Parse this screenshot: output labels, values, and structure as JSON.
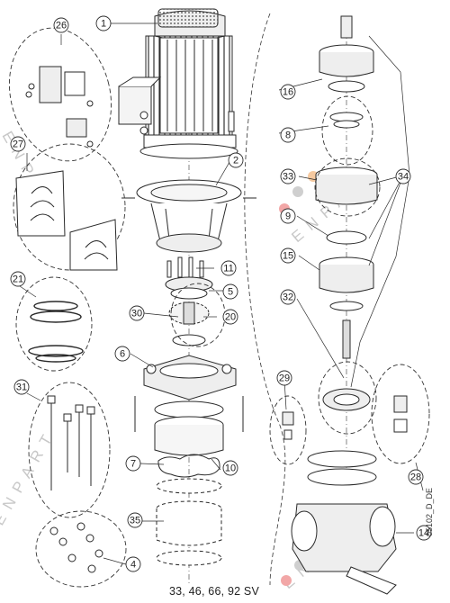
{
  "callouts": [
    "1",
    "2",
    "4",
    "5",
    "6",
    "7",
    "8",
    "9",
    "10",
    "11",
    "14",
    "15",
    "16",
    "20",
    "21",
    "26",
    "27",
    "28",
    "29",
    "30",
    "31",
    "32",
    "33",
    "34",
    "35"
  ],
  "caption": "33, 46, 66, 92 SV",
  "doc_id": "05102_D_DE",
  "watermark": "ENPART",
  "colors": {
    "line": "#2a2a2a",
    "hatch": "#555555",
    "watermark": "#c8c8c8",
    "dot_orange": "#f5c9a0",
    "dot_grey": "#cfcfcf",
    "dot_red": "#f2a7a7"
  }
}
